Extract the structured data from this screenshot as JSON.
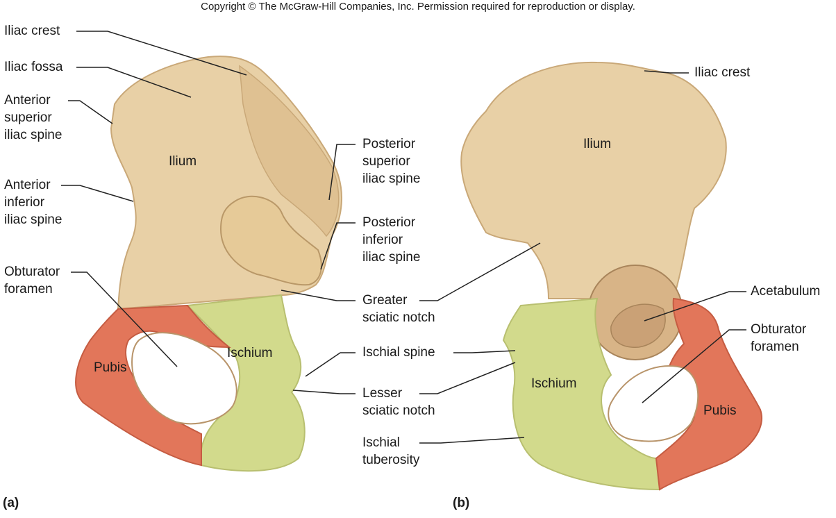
{
  "copyright": "Copyright © The McGraw-Hill Companies, Inc. Permission required for reproduction or display.",
  "colors": {
    "bone": "#e8d0a6",
    "bone_shade": "#c9a878",
    "ischium": "#d2da8c",
    "pubis": "#e2765a",
    "leader": "#222222"
  },
  "panel_a": {
    "tag": "(a)",
    "labels": {
      "iliac_crest": "Iliac crest",
      "iliac_fossa": "Iliac fossa",
      "ant_sup_iliac_spine": "Anterior\nsuperior\niliac spine",
      "ant_inf_iliac_spine": "Anterior\ninferior\niliac spine",
      "obturator_foramen": "Obturator\nforamen",
      "ilium": "Ilium",
      "ischium": "Ischium",
      "pubis": "Pubis"
    }
  },
  "center_labels": {
    "post_sup_iliac_spine": "Posterior\nsuperior\niliac spine",
    "post_inf_iliac_spine": "Posterior\ninferior\niliac spine",
    "greater_sciatic_notch": "Greater\nsciatic notch",
    "ischial_spine": "Ischial spine",
    "lesser_sciatic_notch": "Lesser\nsciatic notch",
    "ischial_tuberosity": "Ischial\ntuberosity"
  },
  "panel_b": {
    "tag": "(b)",
    "labels": {
      "iliac_crest": "Iliac crest",
      "acetabulum": "Acetabulum",
      "obturator_foramen": "Obturator\nforamen",
      "ilium": "Ilium",
      "ischium": "Ischium",
      "pubis": "Pubis"
    }
  }
}
